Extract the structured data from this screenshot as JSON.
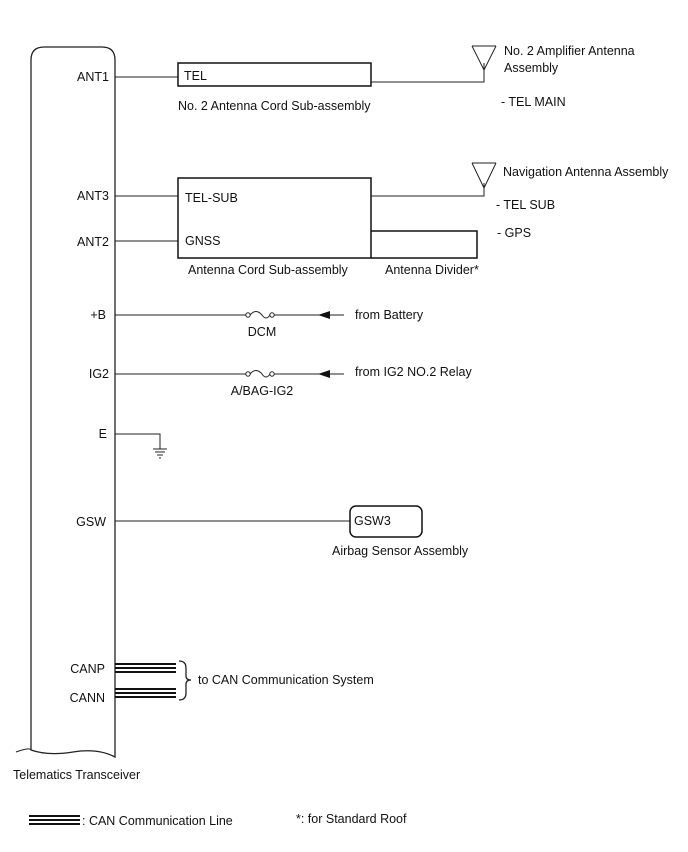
{
  "unit": {
    "name": "Telematics Transceiver"
  },
  "pins": {
    "ant1": "ANT1",
    "ant3": "ANT3",
    "ant2": "ANT2",
    "b": "+B",
    "ig2": "IG2",
    "e": "E",
    "gsw": "GSW",
    "canp": "CANP",
    "cann": "CANN"
  },
  "components": {
    "tel_cord": {
      "terminal": "TEL",
      "name": "No. 2 Antenna Cord Sub-assembly"
    },
    "amp_antenna": {
      "name_line1": "No. 2 Amplifier Antenna",
      "name_line2": "Assembly",
      "signal": "- TEL MAIN"
    },
    "cord_sub": {
      "terminal1": "TEL-SUB",
      "terminal2": "GNSS",
      "name": "Antenna Cord Sub-assembly"
    },
    "divider": {
      "name": "Antenna Divider*"
    },
    "nav_antenna": {
      "name": "Navigation Antenna Assembly",
      "signal1": "- TEL SUB",
      "signal2": "- GPS"
    },
    "fuse_dcm": {
      "name": "DCM",
      "source": "from Battery"
    },
    "fuse_airbag": {
      "name": "A/BAG-IG2",
      "source": "from IG2 NO.2 Relay"
    },
    "airbag": {
      "terminal": "GSW3",
      "name": "Airbag Sensor Assembly"
    },
    "can": {
      "text": "to CAN Communication System"
    }
  },
  "legend": {
    "can_line": ": CAN Communication Line",
    "footnote": "*: for Standard Roof"
  }
}
